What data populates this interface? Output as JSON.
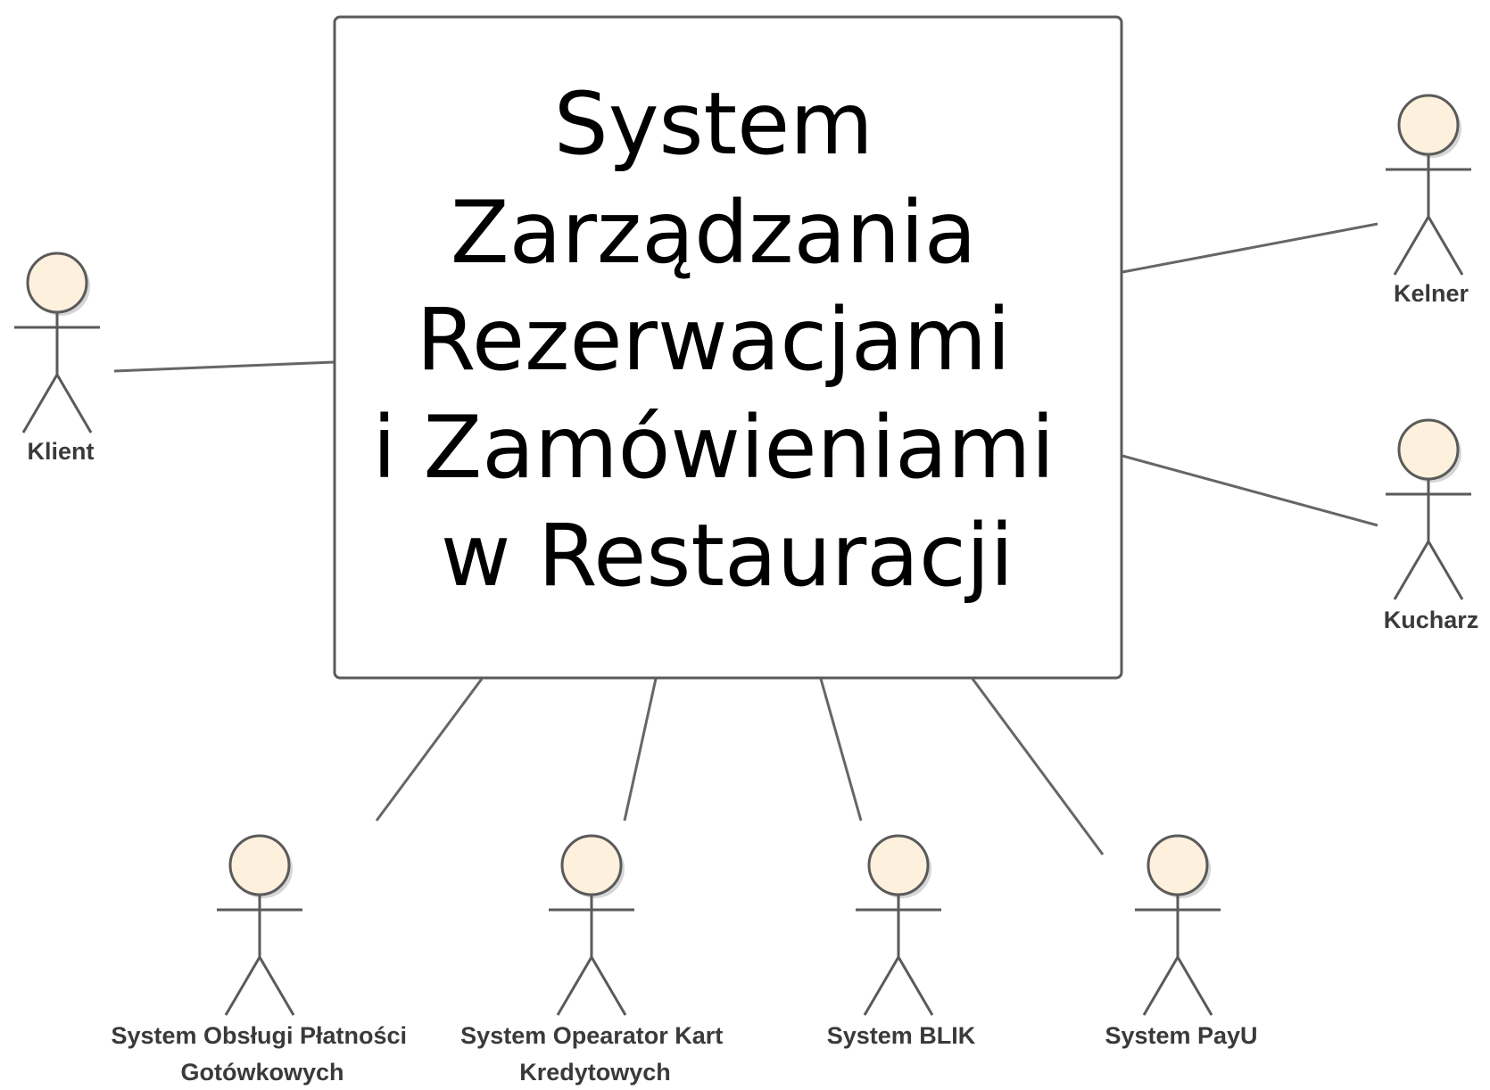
{
  "diagram": {
    "system": {
      "title_lines": [
        "System",
        "Zarządzania",
        "Rezerwacjami",
        "i Zamówieniami",
        "w Restauracji"
      ]
    },
    "actors": [
      {
        "id": "klient",
        "label_lines": [
          "Klient"
        ]
      },
      {
        "id": "kelner",
        "label_lines": [
          "Kelner"
        ]
      },
      {
        "id": "kucharz",
        "label_lines": [
          "Kucharz"
        ]
      },
      {
        "id": "system-gotowka",
        "label_lines": [
          "System Obsługi Płatności",
          "Gotówkowych"
        ]
      },
      {
        "id": "system-karty",
        "label_lines": [
          "System Opearator Kart",
          "Kredytowych"
        ]
      },
      {
        "id": "system-blik",
        "label_lines": [
          "System BLIK"
        ]
      },
      {
        "id": "system-payu",
        "label_lines": [
          "System PayU"
        ]
      }
    ],
    "colors": {
      "actor_head_fill": "#fdf0dc",
      "line": "#5a5a5a",
      "connector": "#666666",
      "system_border": "#5a5a5a"
    }
  }
}
